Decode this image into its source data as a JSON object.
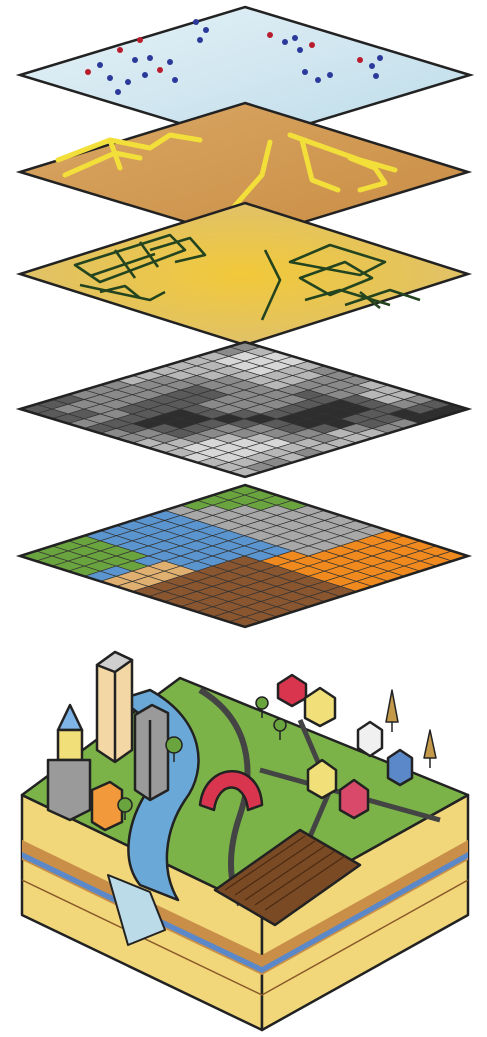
{
  "illustration": {
    "style": "hand-drawn watercolor isometric",
    "layers": [
      {
        "name": "point-data-layer",
        "kind": "points",
        "base_color": "#cfe6f0",
        "point_colors": [
          "#2b3a9a",
          "#b81d2e"
        ]
      },
      {
        "name": "road-network-layer",
        "kind": "lines",
        "base_color": "#d09a55",
        "line_color": "#f2df3a"
      },
      {
        "name": "parcel-boundary-layer",
        "kind": "polygons",
        "base_color": "#e8c24f",
        "line_color": "#23441f"
      },
      {
        "name": "elevation-raster-layer",
        "kind": "raster-grayscale",
        "palette": [
          "#2e2e2e",
          "#5a5a5a",
          "#8a8a8a",
          "#b7b7b7",
          "#d7d7d7"
        ]
      },
      {
        "name": "land-cover-raster-layer",
        "kind": "raster-classes",
        "palette": {
          "grass": "#6aa43e",
          "water": "#5b95cf",
          "bare": "#a8a8a8",
          "crop": "#f08a1e",
          "soil": "#8a5630",
          "sand": "#e0b070"
        }
      },
      {
        "name": "terrain-city-block",
        "kind": "3d-landscape",
        "colors": {
          "ground": "#7bb349",
          "river": "#6aa8d8",
          "soil": "#f1d77a",
          "subsoil": "#9a6a3c",
          "bridge": "#d9354f"
        }
      }
    ]
  }
}
